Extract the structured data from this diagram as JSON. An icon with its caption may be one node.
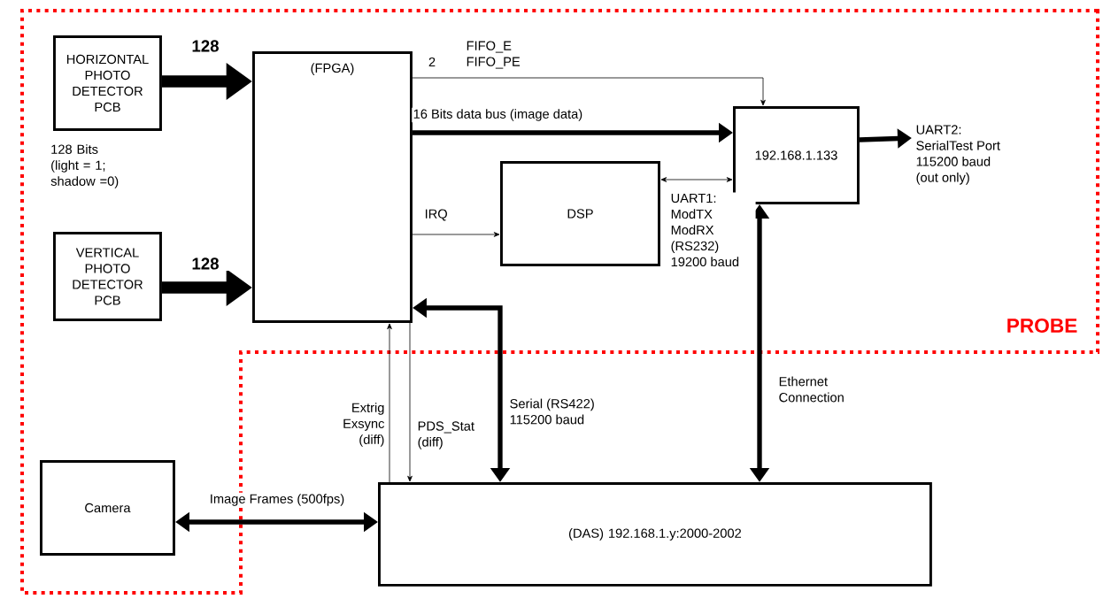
{
  "diagram": {
    "nodes": [
      {
        "text": [
          "HORIZONTAL PHOTO DETECTOR PCB"
        ]
      },
      {
        "text": [
          "VERTICAL PHOTO DETECTOR PCB"
        ]
      },
      {
        "text": [
          "(FPGA)"
        ]
      },
      {
        "text": [
          "DSP"
        ]
      },
      {
        "text": [
          "192.168.1.133"
        ]
      },
      {
        "text": [
          "Camera"
        ]
      },
      {
        "text": [
          "(DAS) 192.168.1.y:2000-2002"
        ]
      }
    ],
    "edges": [
      {
        "from": 0,
        "to": 2,
        "arrow": "to",
        "label": "128",
        "style": "thick"
      },
      {
        "from": 1,
        "to": 2,
        "arrow": "to",
        "label": "128",
        "style": "thick"
      },
      {
        "from": 2,
        "to": 4,
        "arrow": "to",
        "label": "FIFO_E FIFO_PE"
      },
      {
        "from": 2,
        "to": 4,
        "arrow": "to",
        "label": "16 Bits data bus (image data)"
      },
      {
        "from": 2,
        "to": 3,
        "arrow": "to",
        "label": "IRQ"
      },
      {
        "from": 3,
        "to": 4,
        "arrow": "both",
        "label": "UART1: ModTX ModRX (RS232) 19200 baud"
      },
      {
        "from": 4,
        "to": null,
        "arrow": "to",
        "label": "UART2: SerialTest Port 115200 baud (out only)"
      },
      {
        "from": 4,
        "to": 6,
        "arrow": "both",
        "label": "Ethernet Connection"
      },
      {
        "from": 6,
        "to": 2,
        "arrow": "to",
        "label": "Extrig Exsync (diff)"
      },
      {
        "from": 2,
        "to": 6,
        "arrow": "to",
        "label": "PDS_Stat (diff)"
      },
      {
        "from": 6,
        "to": 2,
        "arrow": "both",
        "label": "Serial (RS422) 115200 baud"
      },
      {
        "from": 5,
        "to": 6,
        "arrow": "both",
        "label": "Image Frames (500fps)"
      }
    ],
    "labels": [
      "128 Bits (light = 1; shadow =0)",
      "2",
      "PROBE"
    ]
  }
}
